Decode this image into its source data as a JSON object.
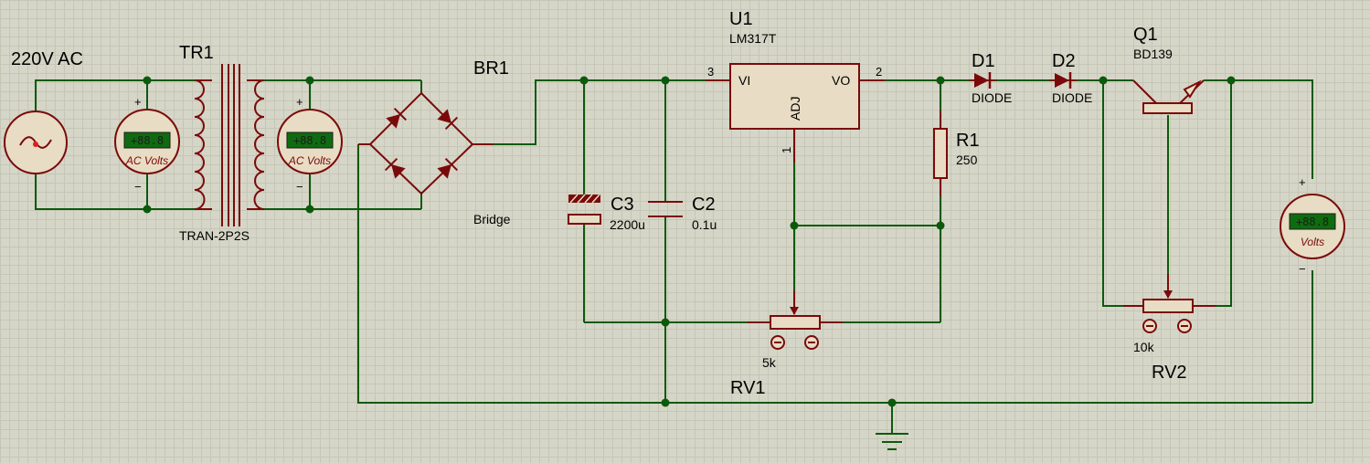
{
  "colors": {
    "background": "#d6d6c8",
    "wire": "#0b5a0b",
    "component": "#7a0a0a",
    "body_fill": "#e8dcc4",
    "lcd": "#0f6b0f"
  },
  "labels": {
    "ac_source": "220V AC",
    "tr1_ref": "TR1",
    "tr1_value": "TRAN-2P2S",
    "br1_ref": "BR1",
    "br1_value": "Bridge",
    "u1_ref": "U1",
    "u1_value": "LM317T",
    "u1_pin_vi": "VI",
    "u1_pin_vo": "VO",
    "u1_pin_adj": "ADJ",
    "u1_pin3": "3",
    "u1_pin2": "2",
    "u1_pin1": "1",
    "c3_ref": "C3",
    "c3_value": "2200u",
    "c2_ref": "C2",
    "c2_value": "0.1u",
    "r1_ref": "R1",
    "r1_value": "250",
    "d1_ref": "D1",
    "d1_value": "DIODE",
    "d2_ref": "D2",
    "d2_value": "DIODE",
    "q1_ref": "Q1",
    "q1_value": "BD139",
    "rv1_ref": "RV1",
    "rv1_value": "5k",
    "rv2_ref": "RV2",
    "rv2_value": "10k"
  },
  "meters": {
    "m1_reading": "+88.8",
    "m1_label": "AC Volts",
    "m2_reading": "+88.8",
    "m2_label": "AC Volts",
    "m3_reading": "+88.8",
    "m3_label": "Volts",
    "plus": "+",
    "minus": "−"
  },
  "icons": [
    "ac-source-icon",
    "transformer-icon",
    "bridge-rectifier-icon",
    "capacitor-icon",
    "electrolytic-capacitor-icon",
    "resistor-icon",
    "diode-icon",
    "transistor-icon",
    "potentiometer-icon",
    "voltmeter-icon",
    "ground-icon"
  ]
}
